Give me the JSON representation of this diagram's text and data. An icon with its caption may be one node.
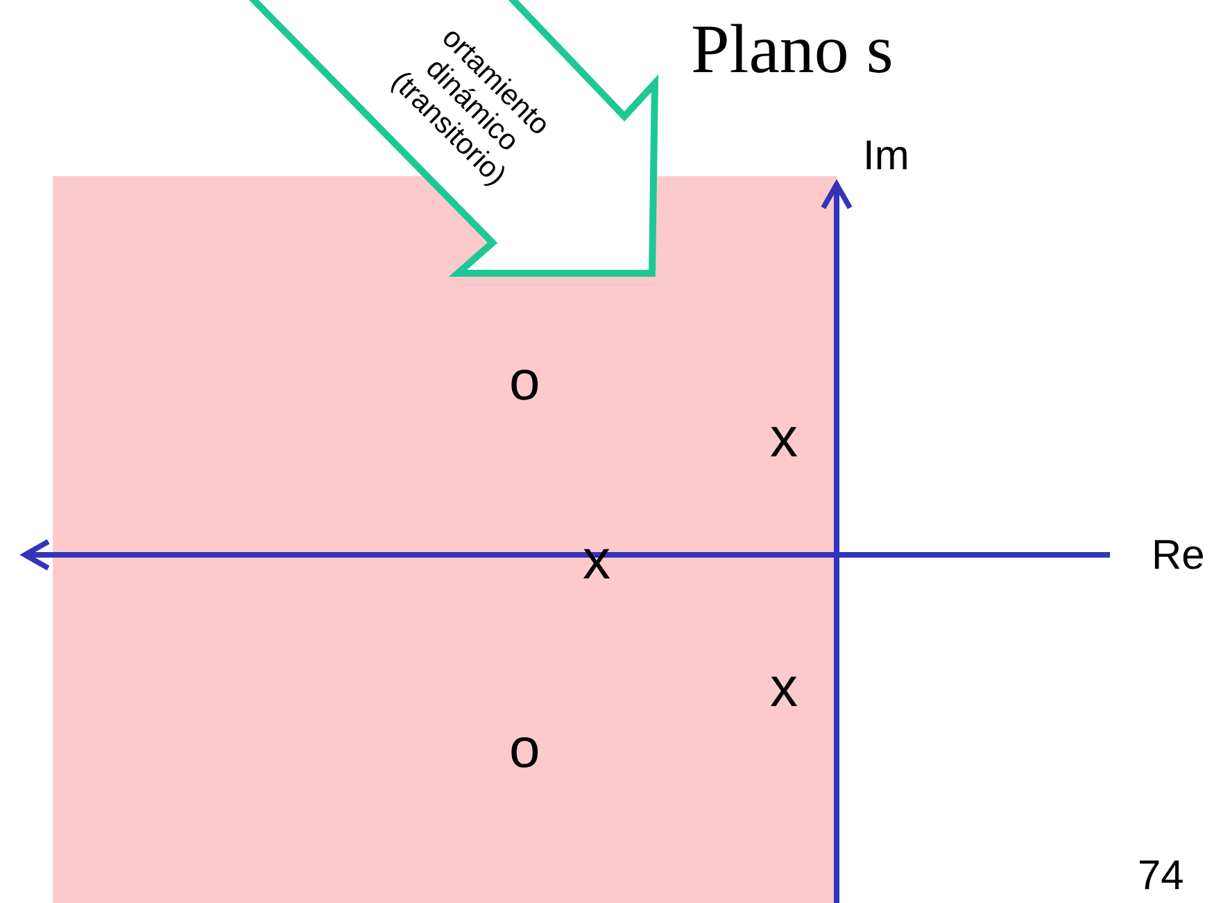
{
  "diagram": {
    "title": "Plano s",
    "nodes": [
      {
        "text": [
          "ortamiento dinámico (transitorio)"
        ]
      }
    ],
    "labels": [
      "Im",
      "o",
      "x",
      "Re",
      "x",
      "x",
      "o",
      "74"
    ]
  }
}
